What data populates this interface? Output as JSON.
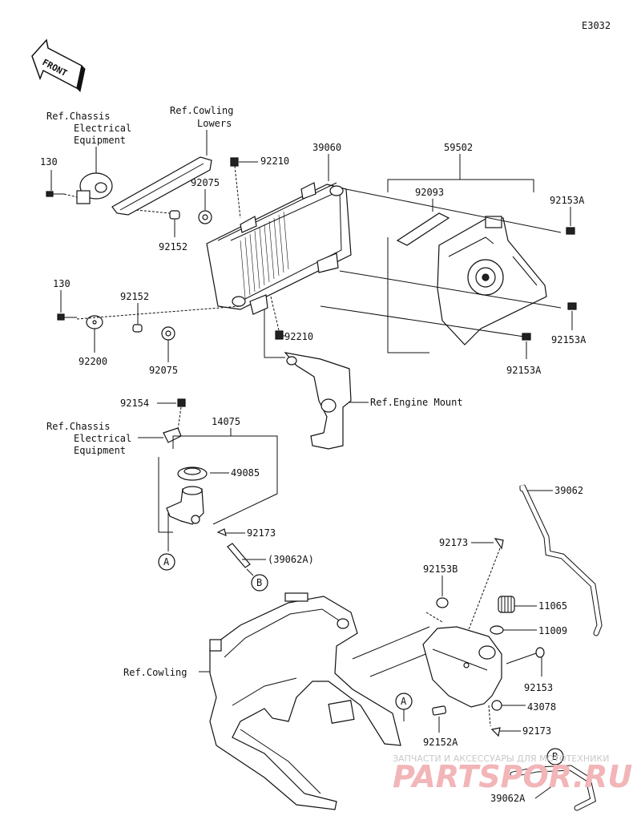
{
  "diagram_code": "E3032",
  "front_label": "FRONT",
  "labels": {
    "ref_chassis_electrical_1": [
      "Ref.Chassis",
      "Electrical",
      "Equipment"
    ],
    "ref_cowling_lowers": [
      "Ref.Cowling",
      "Lowers"
    ],
    "p130_top": "130",
    "p92210_top": "92210",
    "p39060": "39060",
    "p59502": "59502",
    "p92075_top": "92075",
    "p92093": "92093",
    "p92153A_1": "92153A",
    "p92152_top": "92152",
    "p130_mid": "130",
    "p92152_mid": "92152",
    "p92200": "92200",
    "p92075_mid": "92075",
    "p92153A_2": "92153A",
    "p92153A_3": "92153A",
    "p92210_mid": "92210",
    "ref_engine_mount": "Ref.Engine Mount",
    "p92154": "92154",
    "p14075": "14075",
    "ref_chassis_electrical_2": [
      "Ref.Chassis",
      "Electrical",
      "Equipment"
    ],
    "p49085": "49085",
    "p92173_left": "92173",
    "p39062A_left": "(39062A)",
    "marker_a": "A",
    "marker_b": "B",
    "p39062": "39062",
    "p92173_right": "92173",
    "p92153B": "92153B",
    "p11065": "11065",
    "p11009": "11009",
    "ref_cowling": "Ref.Cowling",
    "p92153": "92153",
    "p43078": "43078",
    "p92152A": "92152A",
    "p92173_bottom": "92173",
    "p39062A_bottom": "39062A"
  },
  "watermark": {
    "tagline": "ЗАПЧАСТИ И АКСЕССУАРЫ ДЛЯ МОТОТЕХНИКИ",
    "brand": "PARTSPOR.RU"
  }
}
